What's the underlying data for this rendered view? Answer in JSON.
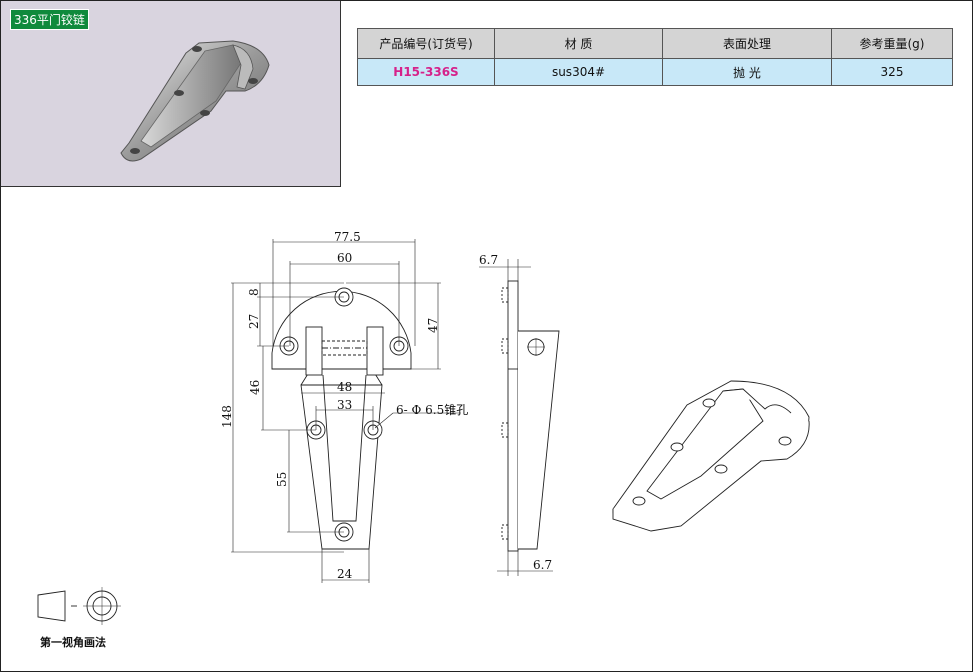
{
  "product_tag": "336平门铰链",
  "spec_table": {
    "headers": [
      "产品编号(订货号)",
      "材 质",
      "表面处理",
      "参考重量(g)"
    ],
    "row": {
      "model": "H15-336S",
      "material": "sus304#",
      "finish": "抛 光",
      "weight": "325"
    }
  },
  "dimensions": {
    "top_width": "77.5",
    "top_hole_span": "60",
    "top_offset": "8",
    "upper_hole_span": "27",
    "top_height": "47",
    "total_height": "148",
    "mid_height": "46",
    "mid_width": "48",
    "mid_hole_span": "33",
    "lower_hole_span": "55",
    "bottom_width": "24",
    "thickness_top": "6.7",
    "thickness_bottom": "6.7",
    "hole_note": "6- Φ 6.5锥孔"
  },
  "projection_label": "第一视角画法",
  "colors": {
    "tag_bg": "#0f8a3c",
    "model_text": "#d6218a",
    "table_header": "#d4d4d4",
    "table_row": "#c8e8f8",
    "photo_bg": "#d9d4df"
  }
}
